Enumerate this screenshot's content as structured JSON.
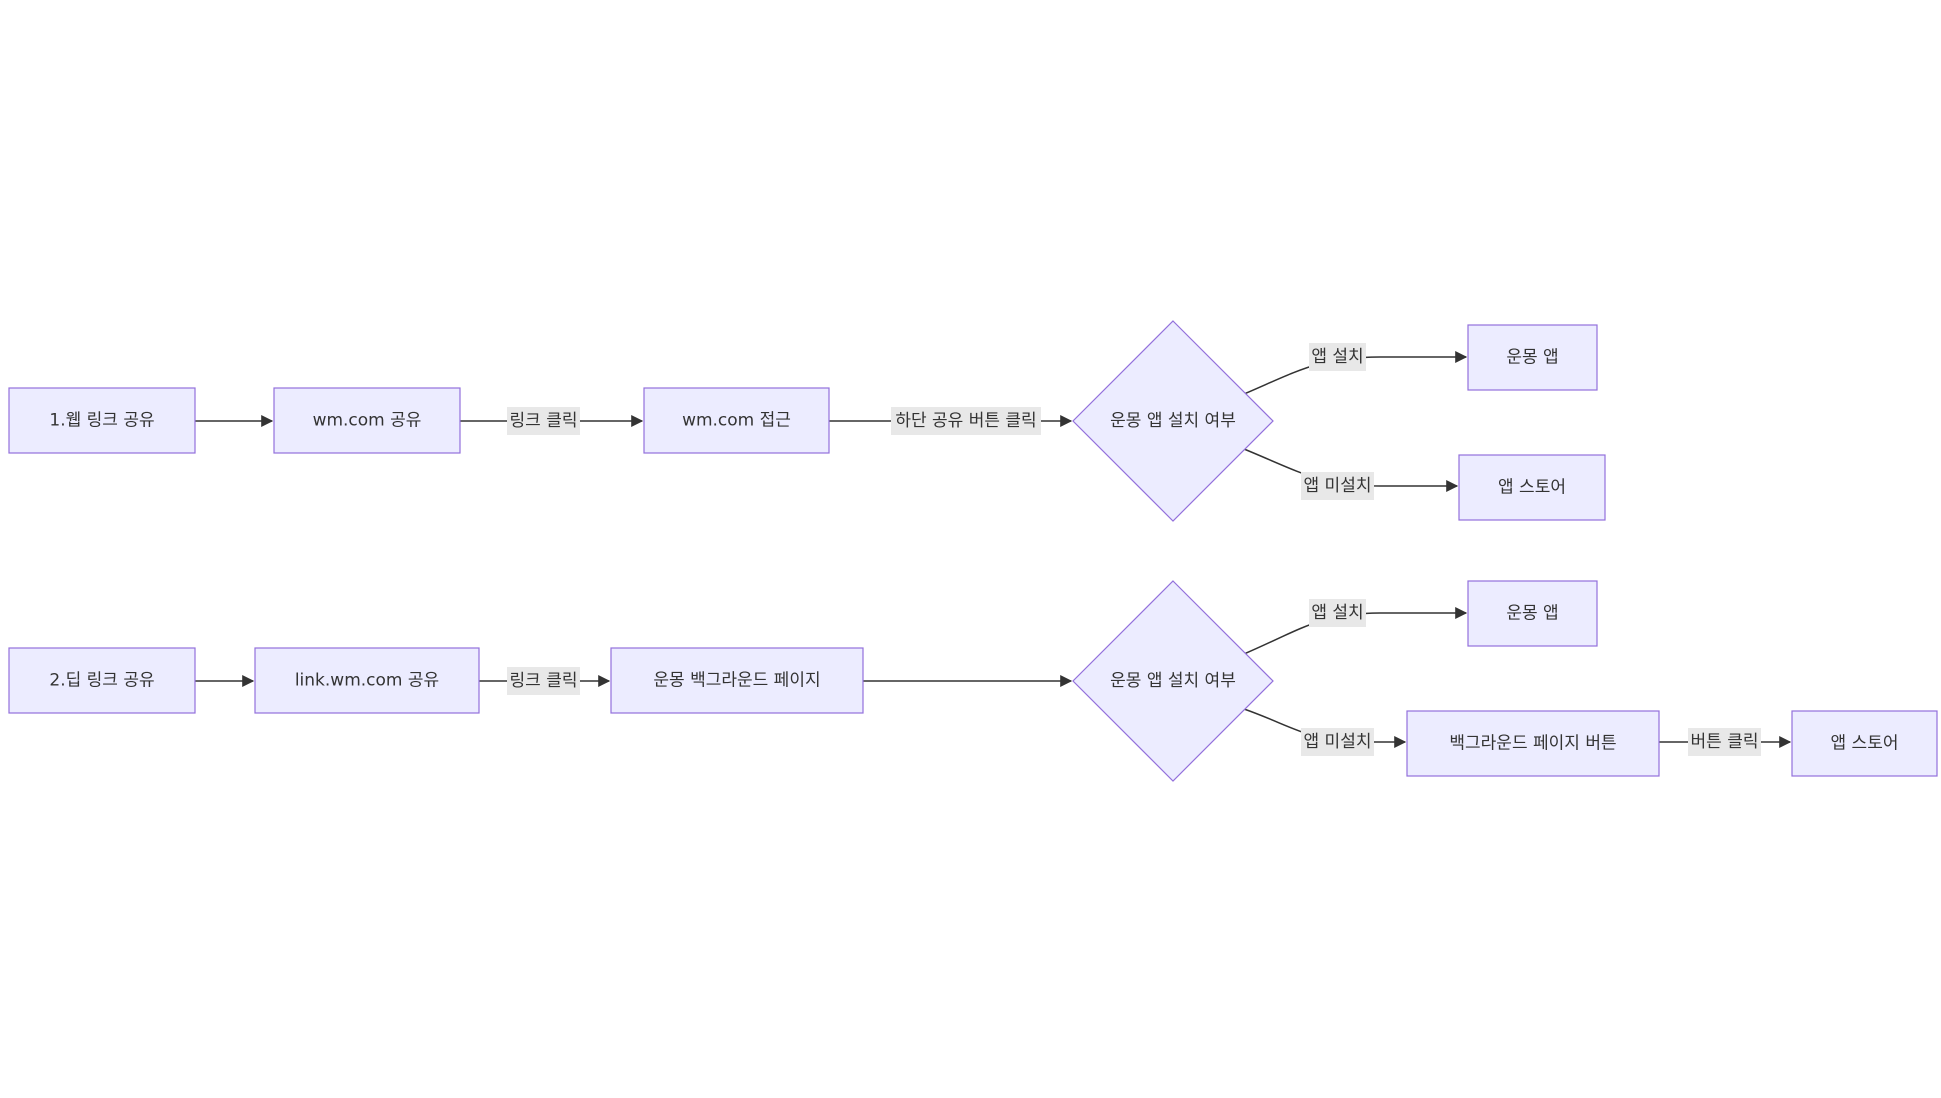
{
  "colors": {
    "node_fill": "#ECECFF",
    "node_stroke": "#9370DB",
    "edge": "#333333",
    "edge_label_bg": "#E8E8E8",
    "text": "#333333"
  },
  "flow1": {
    "start": "1.웹 링크 공유",
    "share": "wm.com 공유",
    "edge_link_click": "링크 클릭",
    "access": "wm.com 접근",
    "edge_bottom_share": "하단 공유 버튼 클릭",
    "decision": "운몽 앱 설치 여부",
    "edge_installed": "앱 설치",
    "app": "운몽 앱",
    "edge_not_installed": "앱 미설치",
    "store": "앱 스토어"
  },
  "flow2": {
    "start": "2.딥 링크 공유",
    "share": "link.wm.com 공유",
    "edge_link_click": "링크 클릭",
    "background_page": "운몽 백그라운드 페이지",
    "decision": "운몽 앱 설치 여부",
    "edge_installed": "앱 설치",
    "app": "운몽 앱",
    "edge_not_installed": "앱 미설치",
    "background_button": "백그라운드 페이지 버튼",
    "edge_button_click": "버튼 클릭",
    "store": "앱 스토어"
  }
}
